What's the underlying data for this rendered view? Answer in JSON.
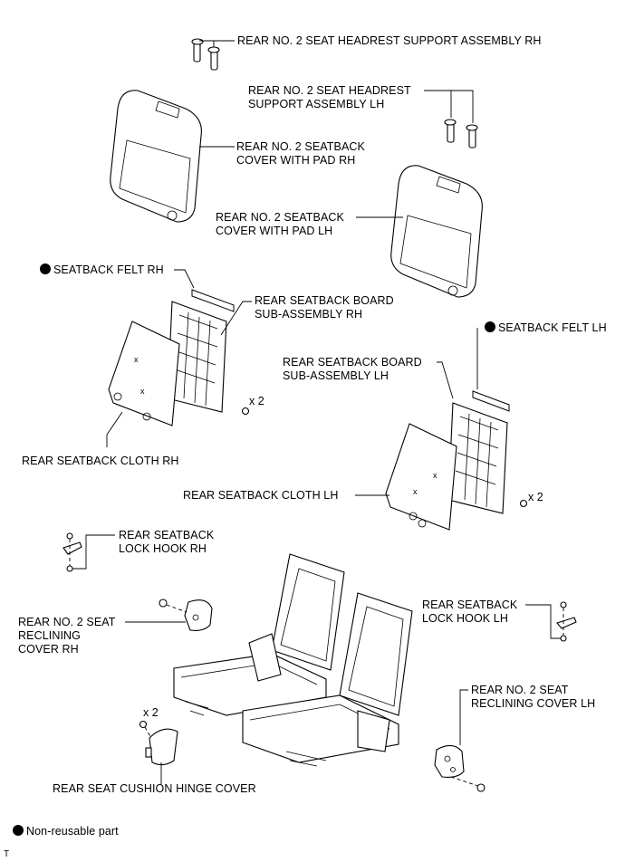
{
  "labels": {
    "hr_support_rh": "REAR NO. 2 SEAT HEADREST SUPPORT ASSEMBLY RH",
    "hr_support_lh_1": "REAR NO. 2 SEAT HEADREST",
    "hr_support_lh_2": "SUPPORT ASSEMBLY LH",
    "cover_rh_1": "REAR NO. 2 SEATBACK",
    "cover_rh_2": "COVER WITH PAD RH",
    "cover_lh_1": "REAR NO. 2 SEATBACK",
    "cover_lh_2": "COVER WITH PAD LH",
    "felt_rh": "SEATBACK FELT RH",
    "board_rh_1": "REAR SEATBACK BOARD",
    "board_rh_2": "SUB-ASSEMBLY RH",
    "felt_lh": "SEATBACK FELT LH",
    "board_lh_1": "REAR SEATBACK BOARD",
    "board_lh_2": "SUB-ASSEMBLY LH",
    "cloth_rh": "REAR SEATBACK CLOTH RH",
    "cloth_lh": "REAR SEATBACK CLOTH LH",
    "lock_hook_rh_1": "REAR SEATBACK",
    "lock_hook_rh_2": "LOCK HOOK RH",
    "reclining_rh_1": "REAR NO. 2 SEAT",
    "reclining_rh_2": "RECLINING",
    "reclining_rh_3": "COVER RH",
    "lock_hook_lh_1": "REAR SEATBACK",
    "lock_hook_lh_2": "LOCK HOOK LH",
    "reclining_lh_1": "REAR NO. 2 SEAT",
    "reclining_lh_2": "RECLINING COVER LH",
    "hinge_cover": "REAR SEAT CUSHION HINGE COVER",
    "legend": "Non-reusable part",
    "corner_mark": "T"
  },
  "quantities": {
    "screw_rh": "x 2",
    "screw_lh": "x 2",
    "hinge_clips": "x 2"
  },
  "non_reusable_parts": [
    "SEATBACK FELT RH",
    "SEATBACK FELT LH"
  ],
  "colors": {
    "line": "#000000",
    "background": "#ffffff"
  }
}
